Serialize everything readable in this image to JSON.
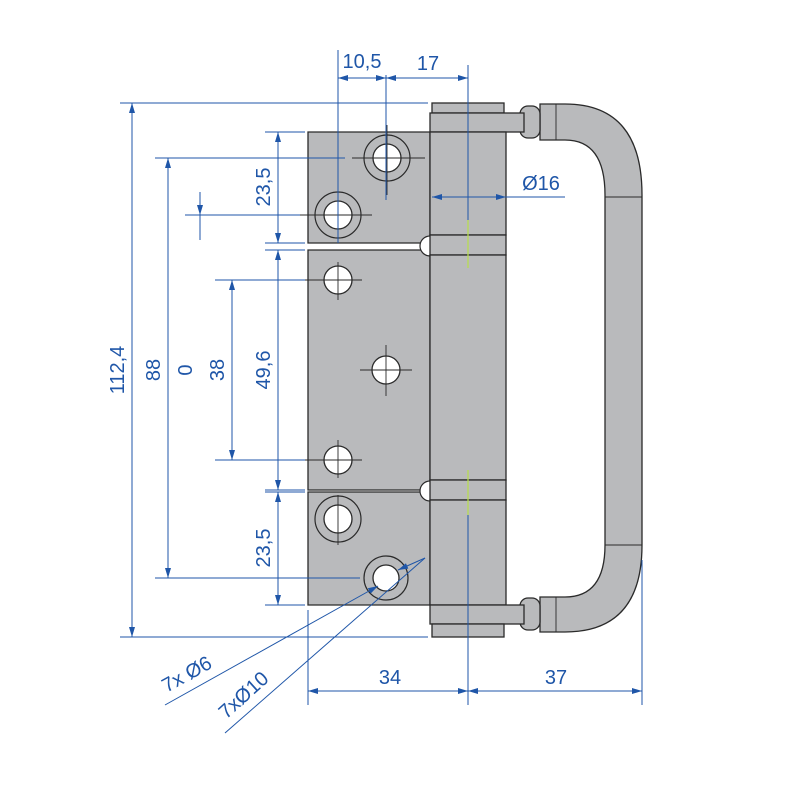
{
  "drawing": {
    "title": "Hinge with handle dimension drawing",
    "dimensions": {
      "hole_offset": "10,5",
      "hole_to_axis": "17",
      "barrel_diameter": "Ø16",
      "upper_hole_pitch": "23,5",
      "lower_hole_pitch": "23,5",
      "overall_height": "112,4",
      "outer_hole_span": "88",
      "center_zero": "0",
      "middle_hole_span": "38",
      "middle_plate_height": "49,6",
      "plate_width": "34",
      "handle_depth": "37",
      "small_hole_callout": "7x Ø6",
      "large_hole_callout": "7xØ10"
    },
    "colors": {
      "dimension": "#1f56a8",
      "part": "#b9babc",
      "outline": "#2a2a2a"
    }
  }
}
